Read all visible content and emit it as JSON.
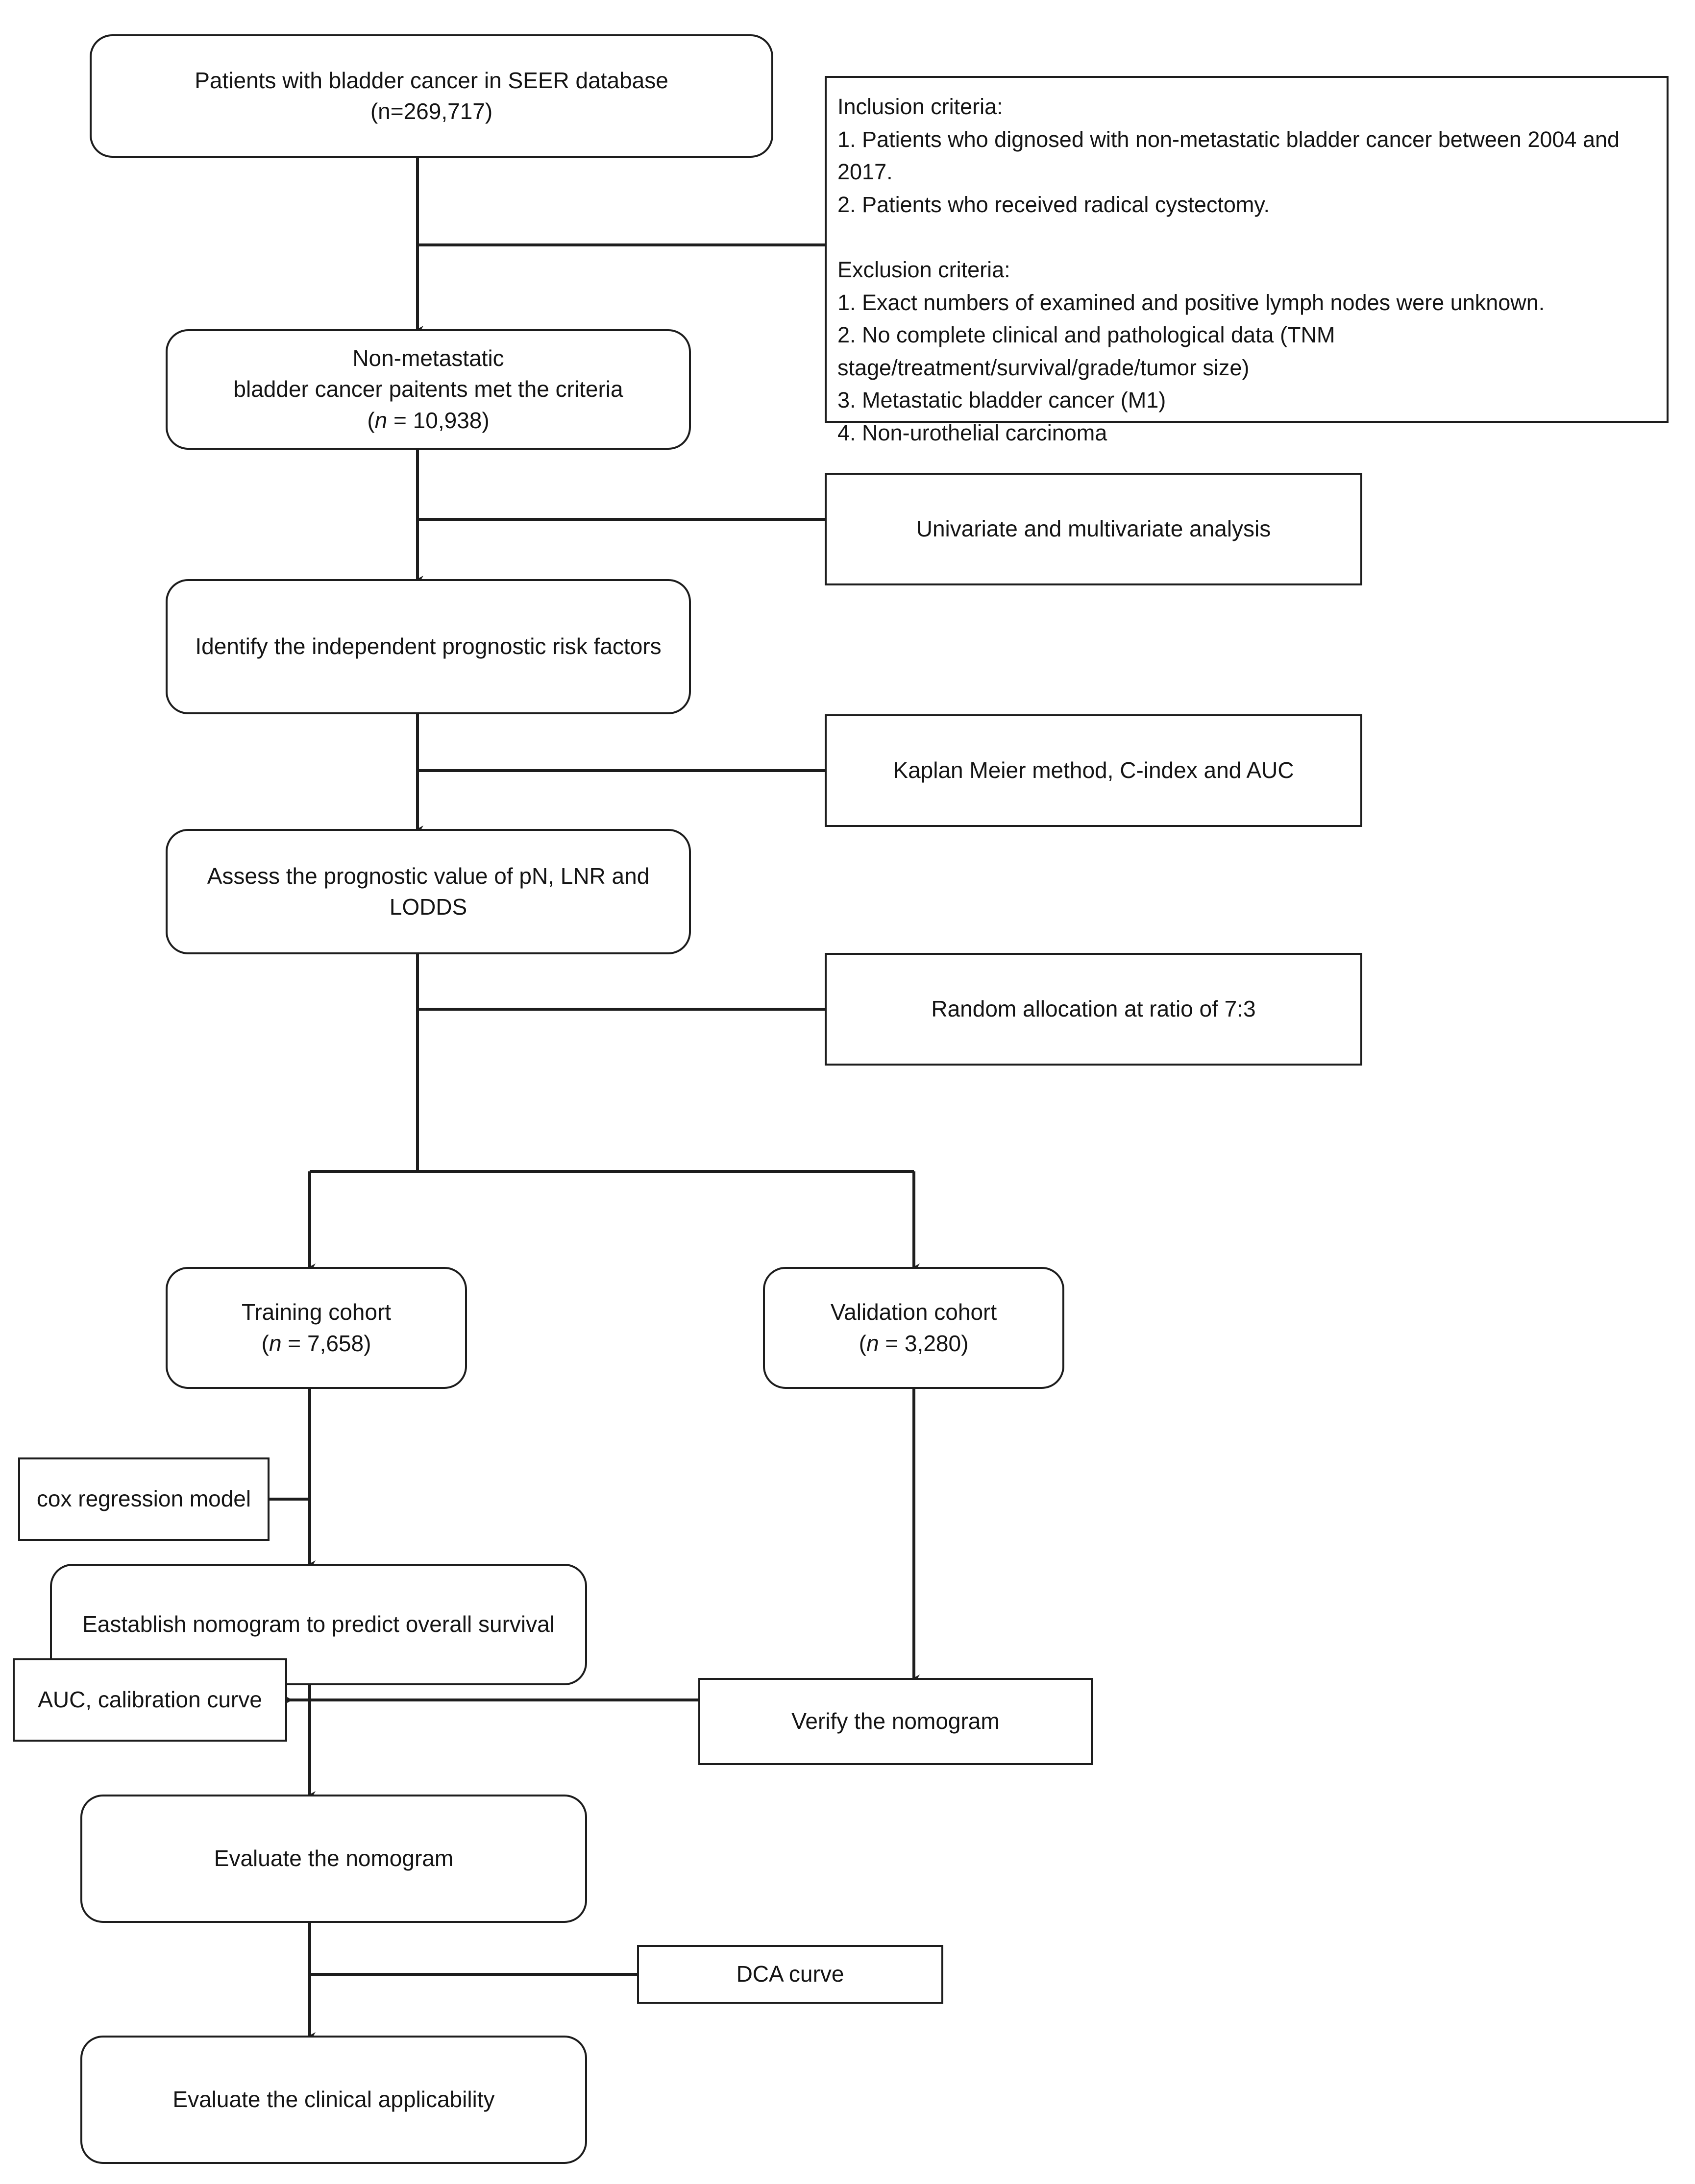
{
  "diagram": {
    "title": "Study flowchart: SEER bladder cancer nomogram",
    "stroke_color": "#1d1d1d",
    "background_color": "#ffffff",
    "text_color": "#141414"
  },
  "nodes": {
    "source_cohort": {
      "label": "Patients with bladder cancer in SEER database\n(n=269,717)"
    },
    "criteria": {
      "label": "Inclusion criteria:\n 1. Patients who dignosed with non-metastatic bladder cancer between 2004 and 2017.\n 2. Patients who received radical cystectomy.\n\nExclusion criteria:\n 1. Exact numbers of examined and positive lymph nodes were unknown.\n 2. No complete clinical and pathological data (TNM stage/treatment/survival/grade/tumor size)\n 3. Metastatic bladder cancer (M1)\n 4. Non-urothelial carcinoma"
    },
    "eligible_cohort": {
      "line1": "Non-metastatic",
      "line2": "bladder cancer paitents met the criteria",
      "line3_prefix": "(",
      "line3_italic": "n",
      "line3_suffix": " = 10,938)"
    },
    "univariate": {
      "label": "Univariate and multivariate analysis"
    },
    "identify_factors": {
      "label": "Identify the independent prognostic risk factors"
    },
    "kaplan": {
      "label": "Kaplan Meier method, C-index and AUC"
    },
    "assess_value": {
      "label": "Assess the prognostic value of pN, LNR and LODDS"
    },
    "random_allocation": {
      "label": "Random allocation at ratio of 7:3"
    },
    "training_cohort": {
      "line1": "Training cohort",
      "line2_prefix": "(",
      "line2_italic": "n",
      "line2_suffix": " = 7,658)"
    },
    "validation_cohort": {
      "line1": "Validation cohort",
      "line2_prefix": "(",
      "line2_italic": "n",
      "line2_suffix": " = 3,280)"
    },
    "cox_model": {
      "label": "cox regression model"
    },
    "establish_nomogram": {
      "label": "Eastablish nomogram to predict overall survival"
    },
    "auc_calibration": {
      "label": "AUC, calibration curve"
    },
    "verify_nomogram": {
      "label": "Verify the nomogram"
    },
    "evaluate_nomogram": {
      "label": "Evaluate the nomogram"
    },
    "dca_curve": {
      "label": "DCA curve"
    },
    "evaluate_applicability": {
      "label": "Evaluate the clinical applicability"
    }
  }
}
